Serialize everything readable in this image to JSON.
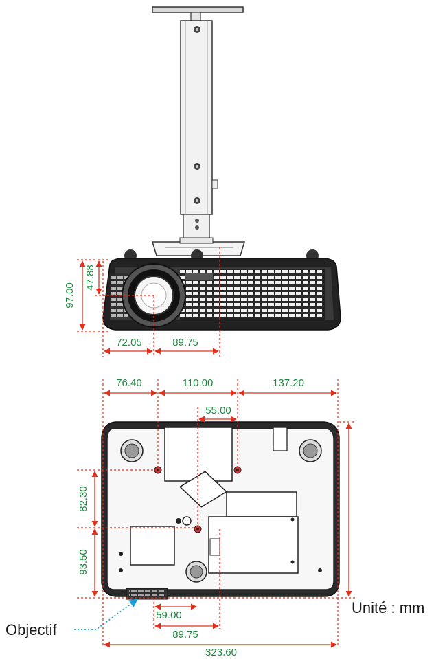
{
  "dimensions_front": {
    "height_total": "97.00",
    "height_lens": "47.88",
    "left_to_lens": "72.05",
    "lens_to_mount": "89.75"
  },
  "dimensions_bottom": {
    "segment_left": "76.40",
    "segment_middle": "110.00",
    "segment_right": "137.20",
    "half_middle": "55.00",
    "vertical_upper": "82.30",
    "vertical_lower": "93.50",
    "lens_offset": "59.00",
    "mount_offset": "89.75",
    "total_width": "323.60"
  },
  "labels": {
    "lens": "Objectif",
    "unit": "Unité : mm"
  },
  "colors": {
    "dimension_line": "#e0301e",
    "dimension_text": "#1a8a3c",
    "lens_arrow": "#1ea0e0"
  }
}
